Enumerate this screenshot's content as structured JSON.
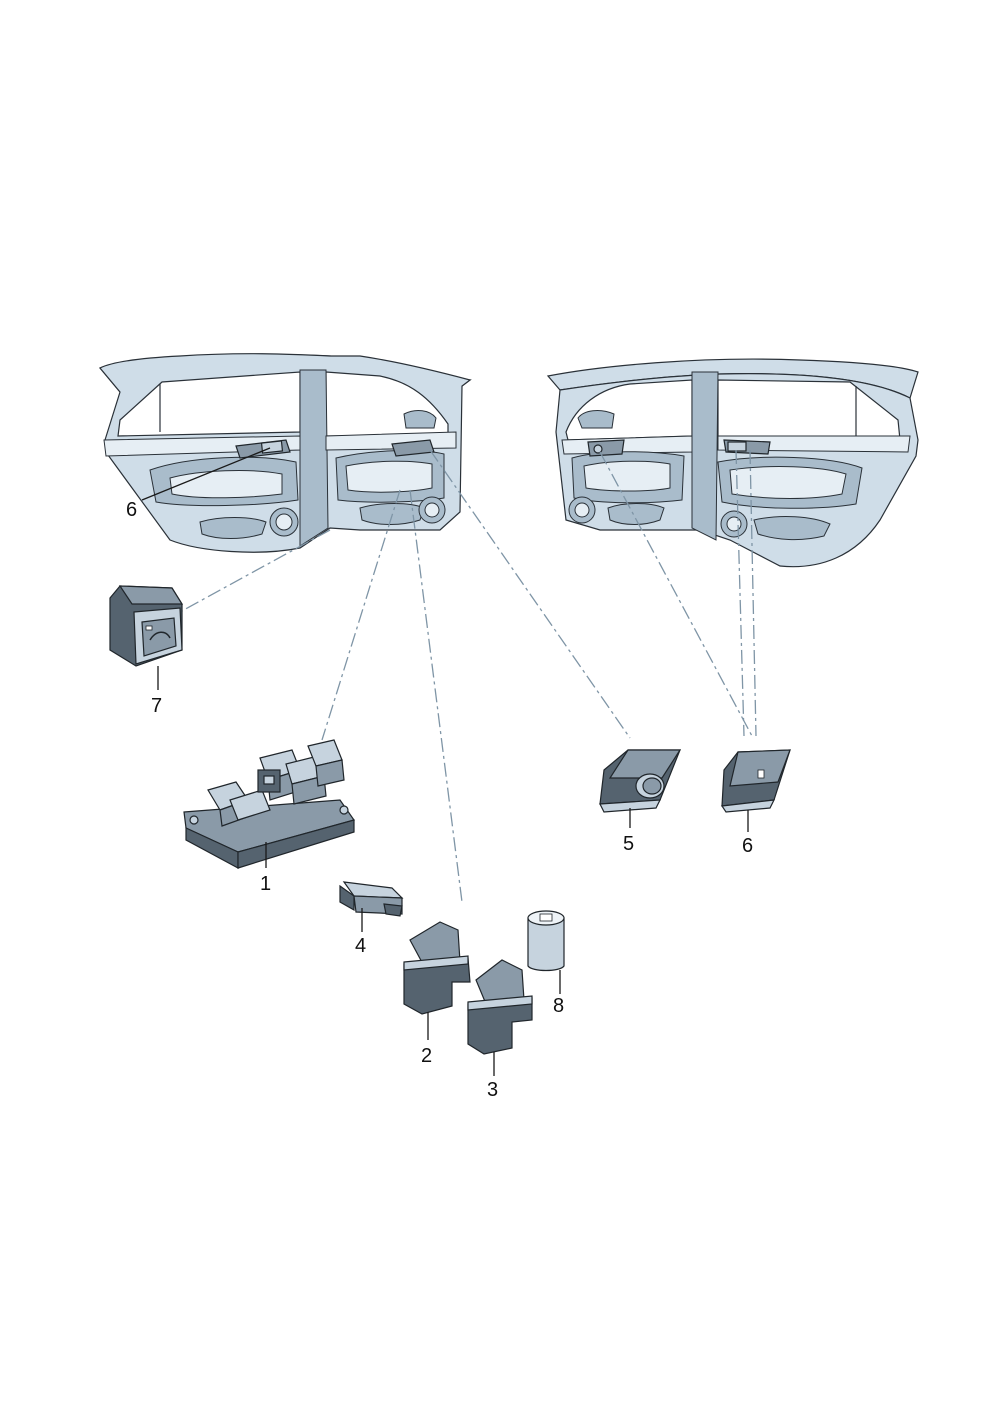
{
  "diagram": {
    "callouts": [
      "6",
      "7",
      "1",
      "4",
      "2",
      "3",
      "8",
      "5",
      "6"
    ],
    "colors": {
      "body": "#cfdde8",
      "body_shadow": "#a9bccb",
      "part_dark": "#55636f",
      "part_mid": "#8a9aa8",
      "part_light": "#c6d3de",
      "leader_dash": "#7f95a6",
      "text": "#111111"
    }
  }
}
